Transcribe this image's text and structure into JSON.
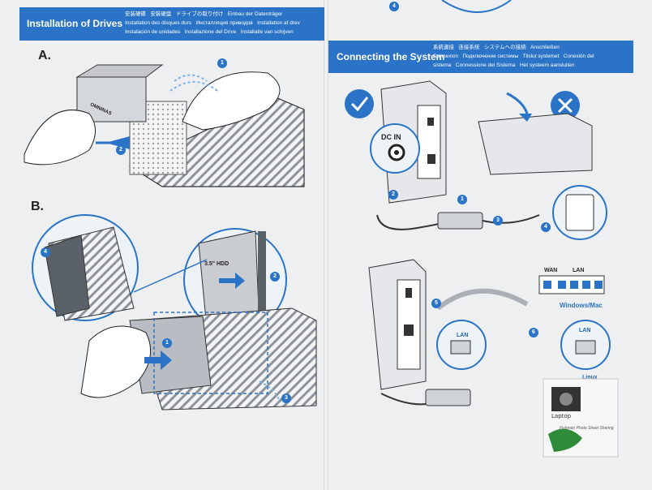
{
  "left_panel": {
    "title": "Installation of Drives",
    "translations_line1": "安装硬碟   安裝硬盘   ドライブの取り付け   Einbau der Datenträger",
    "translations_line2": "Installation des disques durs   Инсталляция приводов   Installation af drev",
    "translations_line3": "Instalación de unidades   Installazione del Drive   Installatie van schijven",
    "step_a": "A.",
    "step_b": "B.",
    "hdd_label": "3.5\" HDD",
    "brand": "OMNINAS"
  },
  "right_panel": {
    "title": "Connecting the System",
    "translations_line1": "系統連接   连接系统   システムへの接続   Anschließen",
    "translations_line2": "Connexion   Подключение системы   Tilslut systemet   Conexión del",
    "translations_line3": "sistema   Connessione del Sistema   Het systeem aansluiten",
    "dc_in": "DC IN",
    "lan_label": "LAN",
    "lan_label_2": "LAN",
    "wan_label": "WAN",
    "lan_switch_label": "LAN",
    "os_label": "Windows/Mac",
    "linux_label": "Linux"
  },
  "step_numbers": {
    "a1": "1",
    "a2": "2",
    "b1": "1",
    "b2": "2",
    "b3": "3",
    "b4": "4",
    "r1": "1",
    "r2": "2",
    "r3": "3",
    "r4": "4",
    "r5": "5",
    "r6": "6",
    "top": "4"
  },
  "watermark": {
    "line1": "Laptop",
    "line2": "Fishman Photo Sheet Sharing"
  },
  "colors": {
    "accent": "#2a73c6",
    "paper": "#eeeff1",
    "ink": "#222222"
  }
}
